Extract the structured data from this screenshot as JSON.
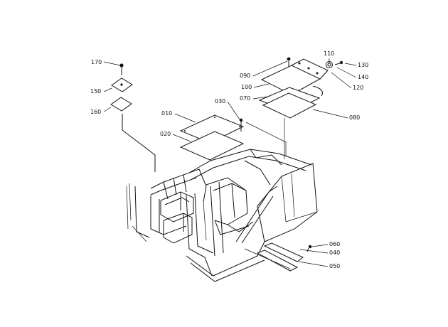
{
  "colors": {
    "ink": "#111111",
    "background": "#ffffff"
  },
  "callouts": {
    "p010": "010",
    "p020": "020",
    "p030": "030",
    "p040": "040",
    "p050": "050",
    "p060": "060",
    "p070": "070",
    "p080": "080",
    "p090": "090",
    "p100": "100",
    "p110": "110",
    "p120": "120",
    "p130": "130",
    "p140": "140",
    "p150": "150",
    "p160": "160",
    "p170": "170"
  }
}
